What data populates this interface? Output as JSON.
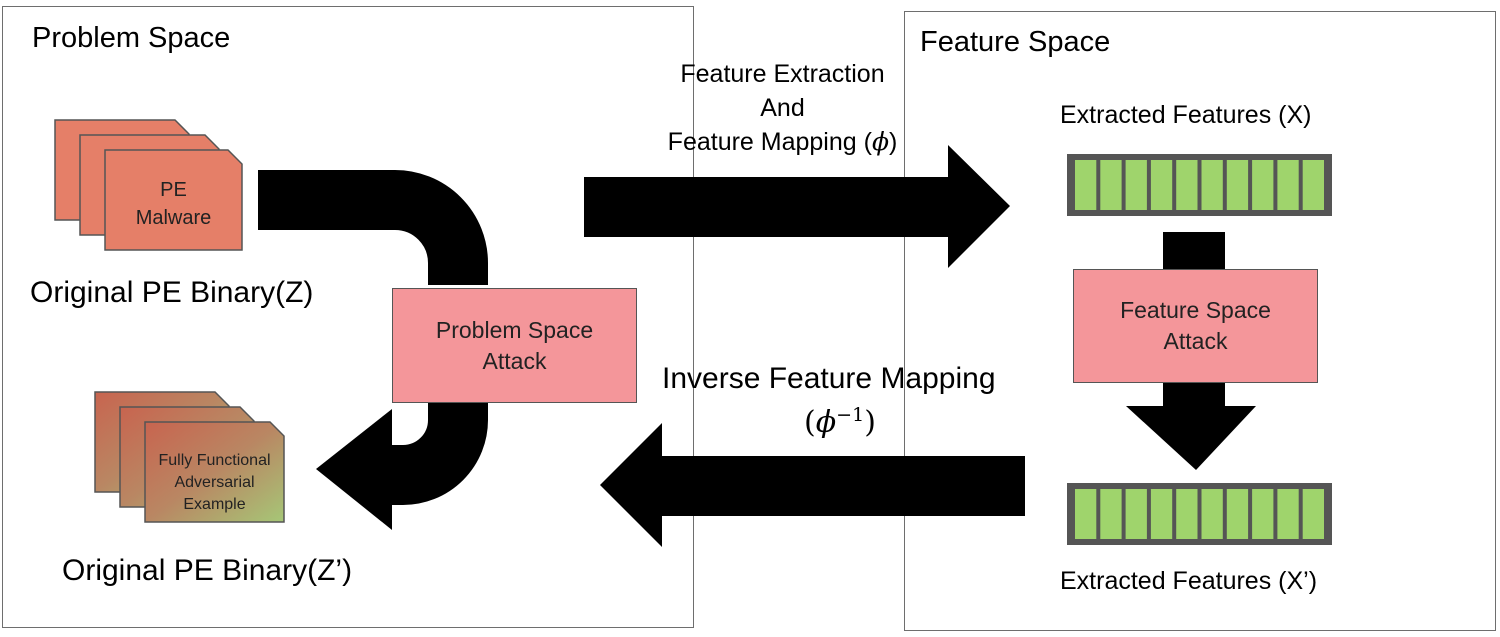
{
  "problem_space": {
    "title": "Problem Space",
    "malware_card": {
      "line1": "PE",
      "line2": "Malware"
    },
    "original_label": "Original PE Binary(Z)",
    "attack_box": {
      "line1": "Problem Space",
      "line2": "Attack"
    },
    "adversarial_card": {
      "line1": "Fully Functional",
      "line2": "Adversarial",
      "line3": "Example"
    },
    "adversarial_label": "Original PE Binary(Z’)"
  },
  "feature_space": {
    "title": "Feature Space",
    "extracted_top_label": "Extracted Features (X)",
    "attack_box": {
      "line1": "Feature Space",
      "line2": "Attack"
    },
    "extracted_bottom_label": "Extracted Features (X’)",
    "feature_cells": 10
  },
  "arrows": {
    "forward": {
      "line1": "Feature Extraction",
      "line2": "And",
      "line3": "Feature Mapping (",
      "symbol": "ϕ",
      "close": ")"
    },
    "inverse": {
      "line1": "Inverse Feature Mapping",
      "line2_open": "(",
      "symbol": "ϕ",
      "sup": "−1",
      "line2_close": ")"
    }
  },
  "colors": {
    "feature_cell": "#9fd46c",
    "feature_border": "#555555",
    "attack_fill": "#f4969a",
    "malware_fill": "#e57f68",
    "arrow": "#000000"
  }
}
